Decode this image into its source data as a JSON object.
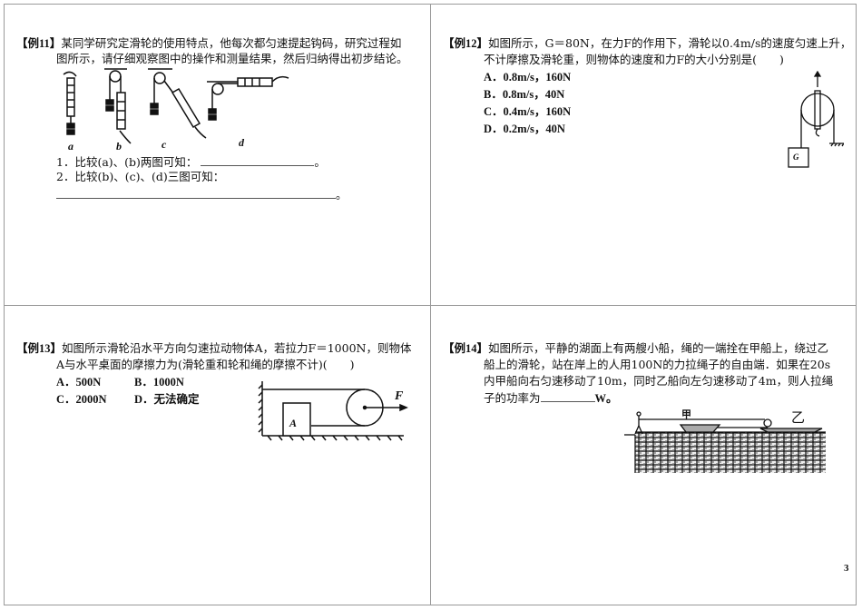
{
  "page_number": "3",
  "ex11": {
    "tag": "【例11】",
    "line1": "某同学研究定滑轮的使用特点，他每次都匀速提起钩码，研究过程如",
    "line2": "图所示，请仔细观察图中的操作和测量结果，然后归纳得出初步结论。",
    "fig_labels": [
      "a",
      "b",
      "c",
      "d"
    ],
    "q1": "1．比较(a)、(b)两图可知：",
    "q2": "2．比较(b)、(c)、(d)三图可知：",
    "end_mark": "。"
  },
  "ex12": {
    "tag": "【例12】",
    "line1": "如图所示，G＝80N，在力F的作用下，滑轮以0.4m/s的速度匀速上升，",
    "line2": "不计摩擦及滑轮重，则物体的速度和力F的大小分别是(　　)",
    "options": [
      "A．0.8m/s，160N",
      "B．0.8m/s，40N",
      "C．0.4m/s，160N",
      "D．0.2m/s，40N"
    ],
    "fig_label": "G"
  },
  "ex13": {
    "tag": "【例13】",
    "line1": "如图所示滑轮沿水平方向匀速拉动物体A，若拉力F＝1000N，则物体",
    "line2": "A与水平桌面的摩擦力为(滑轮重和轮和绳的摩擦不计)(　　)",
    "options": [
      "A．500N",
      "B．1000N",
      "C．2000N",
      "D．无法确定"
    ],
    "fig_labels": {
      "block": "A",
      "force": "F"
    }
  },
  "ex14": {
    "tag": "【例14】",
    "line1": "如图所示，平静的湖面上有两艘小船，绳的一端拴在甲船上，绕过乙",
    "line2": "船上的滑轮，站在岸上的人用100N的力拉绳子的自由端．如果在20s",
    "line3": "内甲船向右匀速移动了10m，同时乙船向左匀速移动了4m，则人拉绳",
    "line4_pre": "子的功率为",
    "line4_post": "W。",
    "fig_labels": {
      "boat1": "甲",
      "boat2": "乙"
    }
  }
}
